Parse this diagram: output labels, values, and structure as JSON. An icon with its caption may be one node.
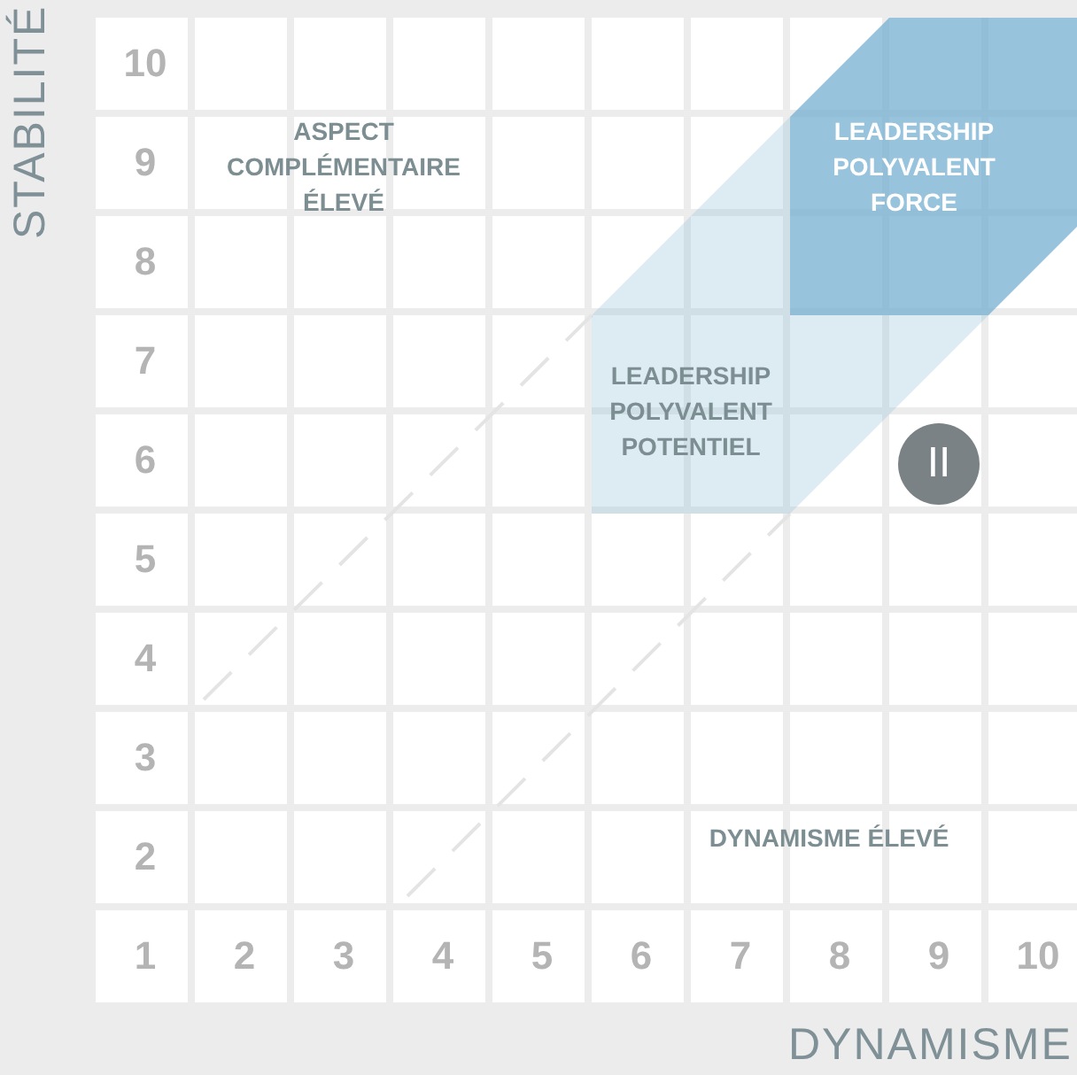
{
  "diagram": {
    "nodes": [
      {
        "text": [
          "LEADERSHIP POLYVALENT FORCE"
        ]
      },
      {
        "text": [
          "LEADERSHIP POLYVALENT POTENTIEL"
        ]
      },
      {
        "text": [
          "II"
        ]
      }
    ],
    "edges": [],
    "labels": [
      "STABILITÉ",
      "10",
      "9",
      "8",
      "7",
      "6",
      "5",
      "4",
      "3",
      "2",
      "1",
      "2",
      "3",
      "4",
      "5",
      "6",
      "7",
      "8",
      "9",
      "10",
      "ASPECT COMPLÉMENTAIRE ÉLEVÉ",
      "DYNAMISME ÉLEVÉ",
      "DYNAMISME"
    ]
  }
}
